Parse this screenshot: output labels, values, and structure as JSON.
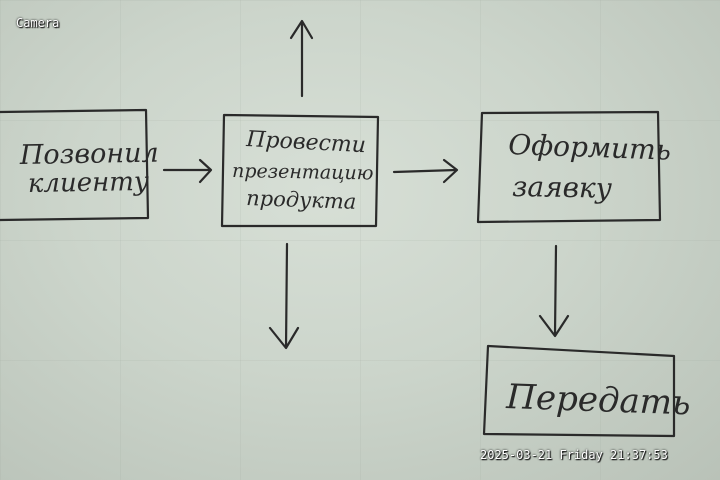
{
  "overlay": {
    "camera_label": "Camera",
    "timestamp": "2025-03-21 Friday 21:37:53"
  },
  "whiteboard": {
    "boxes": [
      {
        "lines": [
          "Позвонил",
          "клиенту"
        ]
      },
      {
        "lines": [
          "Провести",
          "презентацию",
          "продукта"
        ]
      },
      {
        "lines": [
          "Оформить",
          "заявку"
        ]
      },
      {
        "lines": [
          "Передать"
        ]
      }
    ]
  },
  "colors": {
    "board": "#ccd5cb",
    "ink": "#2a2a2a",
    "overlay_text": "#ffffff"
  }
}
